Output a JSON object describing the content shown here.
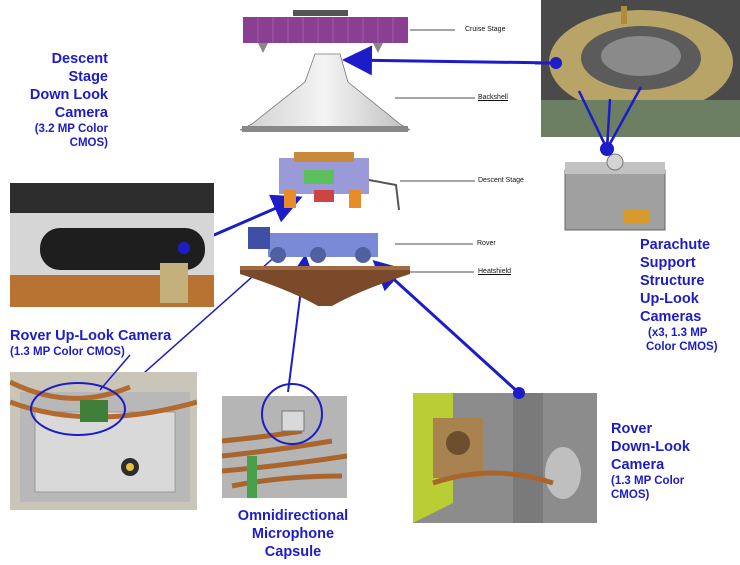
{
  "labels": {
    "descent_stage_camera": {
      "line1": "Descent",
      "line2": "Stage",
      "line3": "Down Look",
      "line4": "Camera",
      "spec1": "(3.2 MP Color",
      "spec2": "CMOS)"
    },
    "rover_uplook_camera": {
      "title": "Rover Up-Look Camera",
      "spec": "(1.3 MP Color CMOS)"
    },
    "microphone": {
      "line1": "Omnidirectional",
      "line2": "Microphone",
      "line3": "Capsule"
    },
    "rover_downlook_camera": {
      "line1": "Rover",
      "line2": "Down-Look",
      "line3": "Camera",
      "spec1": "(1.3 MP Color",
      "spec2": "CMOS)"
    },
    "parachute_cameras": {
      "line1": "Parachute",
      "line2": "Support",
      "line3": "Structure",
      "line4": "Up-Look",
      "line5": "Cameras",
      "spec1": "(x3, 1.3 MP",
      "spec2": "Color CMOS)"
    }
  },
  "stack_labels": {
    "cruise_stage": "Cruise Stage",
    "backshell": "Backshell",
    "descent_stage": "Descent Stage",
    "rover": "Rover",
    "heatshield": "Heatshield"
  },
  "colors": {
    "annotation_blue": "#1c1cc8",
    "heatshield_brown": "#7a4a2a",
    "cruise_purple": "#8a3f93"
  }
}
